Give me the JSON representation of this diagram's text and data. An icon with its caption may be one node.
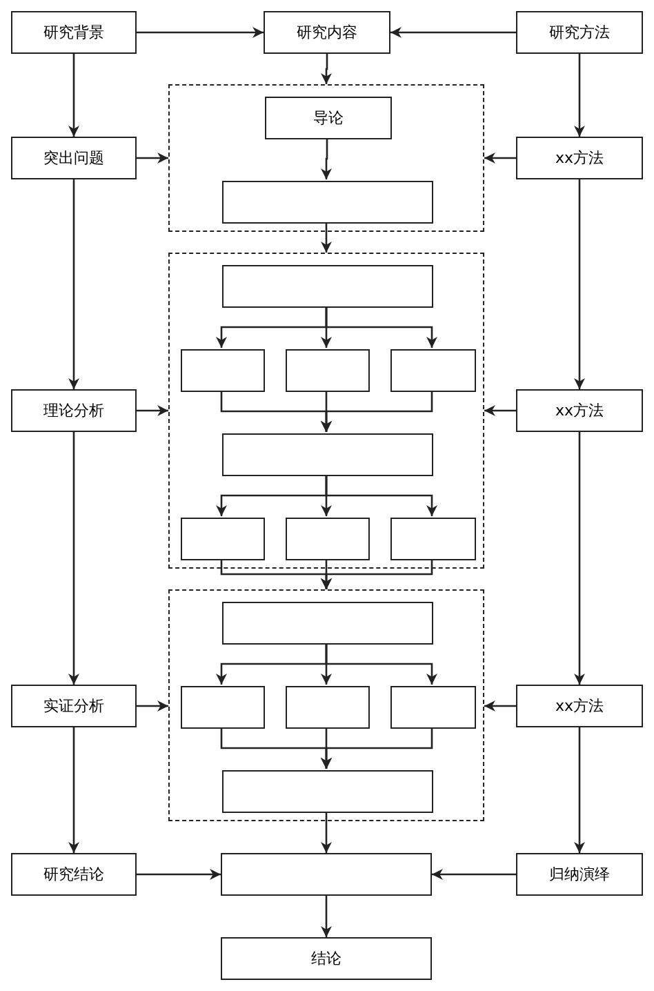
{
  "diagram": {
    "nodes": [
      {
        "text": [
          "研究背景"
        ]
      },
      {
        "text": [
          "研究内容"
        ]
      },
      {
        "text": [
          "研究方法"
        ]
      },
      {
        "text": [
          "突出问题"
        ]
      },
      {
        "text": [],
        "shape": "box"
      },
      {
        "text": [
          "导论"
        ],
        "in": 4
      },
      {
        "text": [],
        "shape": "box",
        "in": 4
      },
      {
        "text": [
          "xx方法"
        ]
      },
      {
        "text": [
          "理论分析"
        ]
      },
      {
        "text": [],
        "shape": "box"
      },
      {
        "text": [],
        "shape": "box",
        "in": 9
      },
      {
        "text": [],
        "shape": "box",
        "in": 9
      },
      {
        "text": [],
        "shape": "box",
        "in": 9
      },
      {
        "text": [],
        "shape": "box",
        "in": 9
      },
      {
        "text": [],
        "shape": "box",
        "in": 9
      },
      {
        "text": [],
        "shape": "box",
        "in": 9
      },
      {
        "text": [],
        "shape": "box",
        "in": 9
      },
      {
        "text": [],
        "shape": "box",
        "in": 9
      },
      {
        "text": [
          "xx方法"
        ]
      },
      {
        "text": [
          "实证分析"
        ]
      },
      {
        "text": [],
        "shape": "box"
      },
      {
        "text": [],
        "shape": "box",
        "in": 20
      },
      {
        "text": [],
        "shape": "box",
        "in": 20
      },
      {
        "text": [],
        "shape": "box",
        "in": 20
      },
      {
        "text": [],
        "shape": "box",
        "in": 20
      },
      {
        "text": [],
        "shape": "box",
        "in": 20
      },
      {
        "text": [
          "xx方法"
        ]
      },
      {
        "text": [
          "研究结论"
        ]
      },
      {
        "text": [],
        "shape": "box"
      },
      {
        "text": [
          "归纳演绎"
        ]
      },
      {
        "text": [
          "结论"
        ]
      }
    ],
    "edges": [
      {
        "from": 0,
        "to": 1,
        "arrow": "to"
      },
      {
        "from": 2,
        "to": 1,
        "arrow": "to"
      },
      {
        "from": 0,
        "to": 3,
        "arrow": "to"
      },
      {
        "from": 2,
        "to": 7,
        "arrow": "to"
      },
      {
        "from": 1,
        "to": 4,
        "arrow": "to"
      },
      {
        "from": 3,
        "to": 4,
        "arrow": "to"
      },
      {
        "from": 7,
        "to": 4,
        "arrow": "to"
      },
      {
        "from": 5,
        "to": 6,
        "arrow": "to"
      },
      {
        "from": 6,
        "to": 9,
        "arrow": "to"
      },
      {
        "from": 3,
        "to": 8,
        "arrow": "to"
      },
      {
        "from": 7,
        "to": 18,
        "arrow": "to"
      },
      {
        "from": 8,
        "to": 9,
        "arrow": "to"
      },
      {
        "from": 18,
        "to": 9,
        "arrow": "to"
      },
      {
        "from": 10,
        "to": 11,
        "arrow": "to"
      },
      {
        "from": 10,
        "to": 12,
        "arrow": "to"
      },
      {
        "from": 10,
        "to": 13,
        "arrow": "to"
      },
      {
        "from": 11,
        "to": 14,
        "arrow": "to"
      },
      {
        "from": 12,
        "to": 14,
        "arrow": "to"
      },
      {
        "from": 13,
        "to": 14,
        "arrow": "to"
      },
      {
        "from": 14,
        "to": 15,
        "arrow": "to"
      },
      {
        "from": 14,
        "to": 16,
        "arrow": "to"
      },
      {
        "from": 14,
        "to": 17,
        "arrow": "to"
      },
      {
        "from": 15,
        "to": 20,
        "arrow": "to"
      },
      {
        "from": 16,
        "to": 20,
        "arrow": "to"
      },
      {
        "from": 17,
        "to": 20,
        "arrow": "to"
      },
      {
        "from": 8,
        "to": 19,
        "arrow": "to"
      },
      {
        "from": 18,
        "to": 26,
        "arrow": "to"
      },
      {
        "from": 19,
        "to": 20,
        "arrow": "to"
      },
      {
        "from": 26,
        "to": 20,
        "arrow": "to"
      },
      {
        "from": 21,
        "to": 22,
        "arrow": "to"
      },
      {
        "from": 21,
        "to": 23,
        "arrow": "to"
      },
      {
        "from": 21,
        "to": 24,
        "arrow": "to"
      },
      {
        "from": 22,
        "to": 25,
        "arrow": "to"
      },
      {
        "from": 23,
        "to": 25,
        "arrow": "to"
      },
      {
        "from": 24,
        "to": 25,
        "arrow": "to"
      },
      {
        "from": 25,
        "to": 28,
        "arrow": "to"
      },
      {
        "from": 19,
        "to": 27,
        "arrow": "to"
      },
      {
        "from": 26,
        "to": 29,
        "arrow": "to"
      },
      {
        "from": 27,
        "to": 28,
        "arrow": "to"
      },
      {
        "from": 29,
        "to": 28,
        "arrow": "to"
      },
      {
        "from": 28,
        "to": 30,
        "arrow": "to"
      }
    ]
  }
}
